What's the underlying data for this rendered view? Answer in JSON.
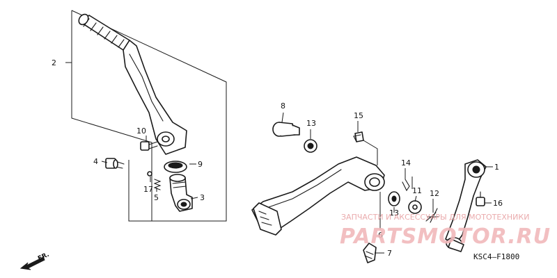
{
  "callouts": {
    "c1": "1",
    "c2": "2",
    "c3": "3",
    "c4": "4",
    "c5": "5",
    "c6": "6",
    "c7": "7",
    "c8": "8",
    "c9": "9",
    "c10": "10",
    "c11": "11",
    "c12": "12",
    "c13a": "13",
    "c13b": "13",
    "c14": "14",
    "c15": "15",
    "c16": "16",
    "c17": "17"
  },
  "direction_label": "FR.",
  "diagram_code": "KSC4–F1800",
  "watermark": {
    "tagline": "ЗАПЧАСТИ И АКСЕССУАРЫ ДЛЯ МОТОТЕХНИКИ",
    "logo": "PARTSMOTOR.RU"
  },
  "colors": {
    "line": "#1a1a1a",
    "watermark": "#e8a2a4"
  }
}
